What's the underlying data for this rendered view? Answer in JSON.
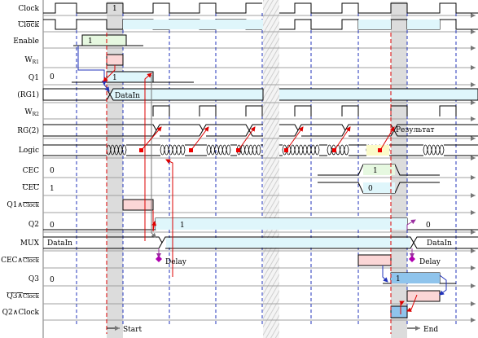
{
  "signals": [
    {
      "id": "clock",
      "label": "Clock"
    },
    {
      "id": "clock_n",
      "label": "Clock",
      "overline": true
    },
    {
      "id": "enable",
      "label": "Enable"
    },
    {
      "id": "wr1",
      "label": "W",
      "sub": "R1"
    },
    {
      "id": "q1",
      "label": "Q1"
    },
    {
      "id": "rg1",
      "label": "(RG1)"
    },
    {
      "id": "wr2",
      "label": "W",
      "sub": "R2"
    },
    {
      "id": "rg2",
      "label": "RG(2)"
    },
    {
      "id": "logic",
      "label": "Logic"
    },
    {
      "id": "cec",
      "label": "CEC"
    },
    {
      "id": "cec_n",
      "label": "CEC",
      "overline": true
    },
    {
      "id": "q1_and_clkn",
      "label": "Q1∧",
      "extra": "Clock",
      "extra_overline": true
    },
    {
      "id": "q2",
      "label": "Q2"
    },
    {
      "id": "mux",
      "label": "MUX"
    },
    {
      "id": "cec_and_clkn",
      "label": "CEC∧",
      "extra": "Clock",
      "extra_overline": true
    },
    {
      "id": "q3",
      "label": "Q3"
    },
    {
      "id": "q3n_and_clkn",
      "label": "Q3∧",
      "extra": "Clock",
      "extra_overline": true,
      "overline_label": true
    },
    {
      "id": "q2_and_clk",
      "label": "Q2∧Clock"
    }
  ],
  "values": {
    "clock_pulse": "1",
    "enable_high": "1",
    "q1_initial": "0",
    "q1_high": "1",
    "rg1_value": "DataIn",
    "rg2_result": "Результат",
    "cec_initial": "0",
    "cec_high": "1",
    "cec_n_initial": "1",
    "cec_n_low": "0",
    "q2_initial": "0",
    "q2_high": "1",
    "q2_final": "0",
    "mux_initial": "DataIn",
    "mux_final": "DataIn",
    "delay_1": "Delay",
    "delay_2": "Delay",
    "q3_initial": "0",
    "q3_high": "1",
    "start_label": "Start",
    "end_label": "End"
  },
  "colors": {
    "grid": "#9a9a9a",
    "dashed": "#2233bb",
    "highlight": "#dcdcdc",
    "cyan_fill": "#dff6fb",
    "green_fill": "#e6f8e0",
    "pink_fill": "#fbd6d6",
    "yellow_fill": "#fbfbc8",
    "blue_fill": "#8fc4ec",
    "red_line": "#dd0000",
    "red_marker": "#ee0000",
    "delay_marker": "#b000b0"
  }
}
